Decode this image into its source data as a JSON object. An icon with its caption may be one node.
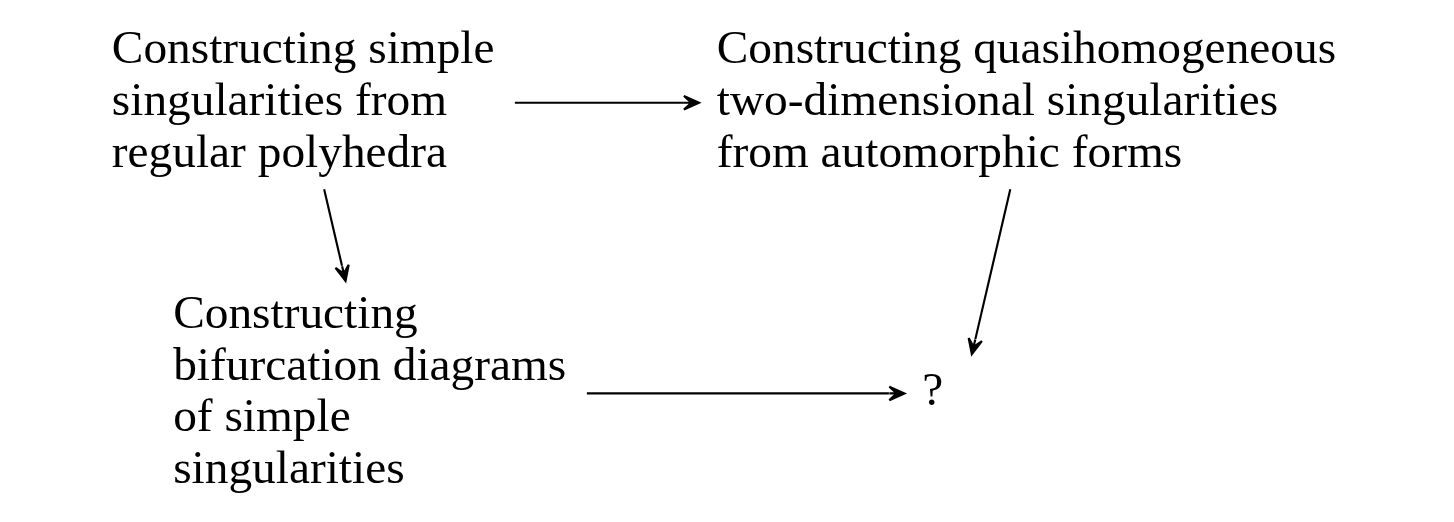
{
  "diagram": {
    "nodes": [
      {
        "text": [
          "Constructing simple singularities from regular polyhedra"
        ]
      },
      {
        "text": [
          "Constructing quasihomogeneous two-dimensional singularities from automorphic forms"
        ]
      },
      {
        "text": [
          "Constructing bifurcation diagrams of simple singularities"
        ]
      },
      {
        "text": [
          "?"
        ]
      }
    ],
    "edges": [
      {
        "from": 0,
        "to": 1,
        "arrow": "to"
      },
      {
        "from": 0,
        "to": 2,
        "arrow": "to"
      },
      {
        "from": 1,
        "to": 3,
        "arrow": "to"
      },
      {
        "from": 2,
        "to": 3,
        "arrow": "to"
      }
    ]
  }
}
